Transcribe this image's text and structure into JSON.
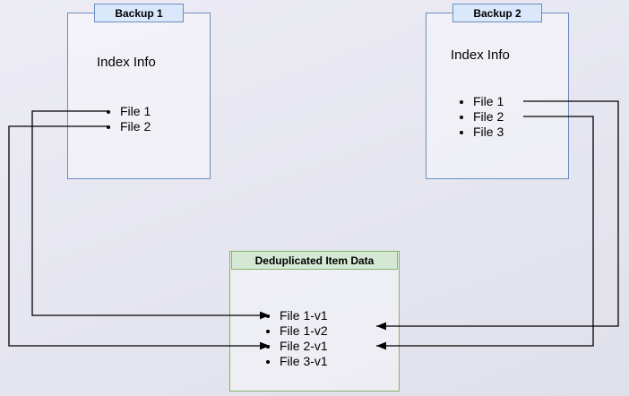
{
  "backup1": {
    "title": "Backup 1",
    "index_label": "Index Info",
    "files": [
      "File 1",
      "File 2"
    ]
  },
  "backup2": {
    "title": "Backup 2",
    "index_label": "Index Info",
    "files": [
      "File 1",
      "File 2",
      "File 3"
    ]
  },
  "dedup": {
    "title": "Deduplicated Item Data",
    "items": [
      "File 1-v1",
      "File 1-v2",
      "File 2-v1",
      "File 3-v1"
    ]
  },
  "colors": {
    "blue_header_fill": "#dae8fc",
    "blue_border": "#6c8ebf",
    "green_header_fill": "#d5e8d4",
    "green_border": "#82b366",
    "arrow": "#000000",
    "background": "#e7e7f0"
  },
  "connections": [
    {
      "from": "Backup 1 / File 1",
      "to": "File 1-v1"
    },
    {
      "from": "Backup 1 / File 2",
      "to": "File 2-v1"
    },
    {
      "from": "Backup 2 / File 1",
      "to": "File 1-v2"
    },
    {
      "from": "Backup 2 / File 2",
      "to": "File 2-v1"
    }
  ]
}
